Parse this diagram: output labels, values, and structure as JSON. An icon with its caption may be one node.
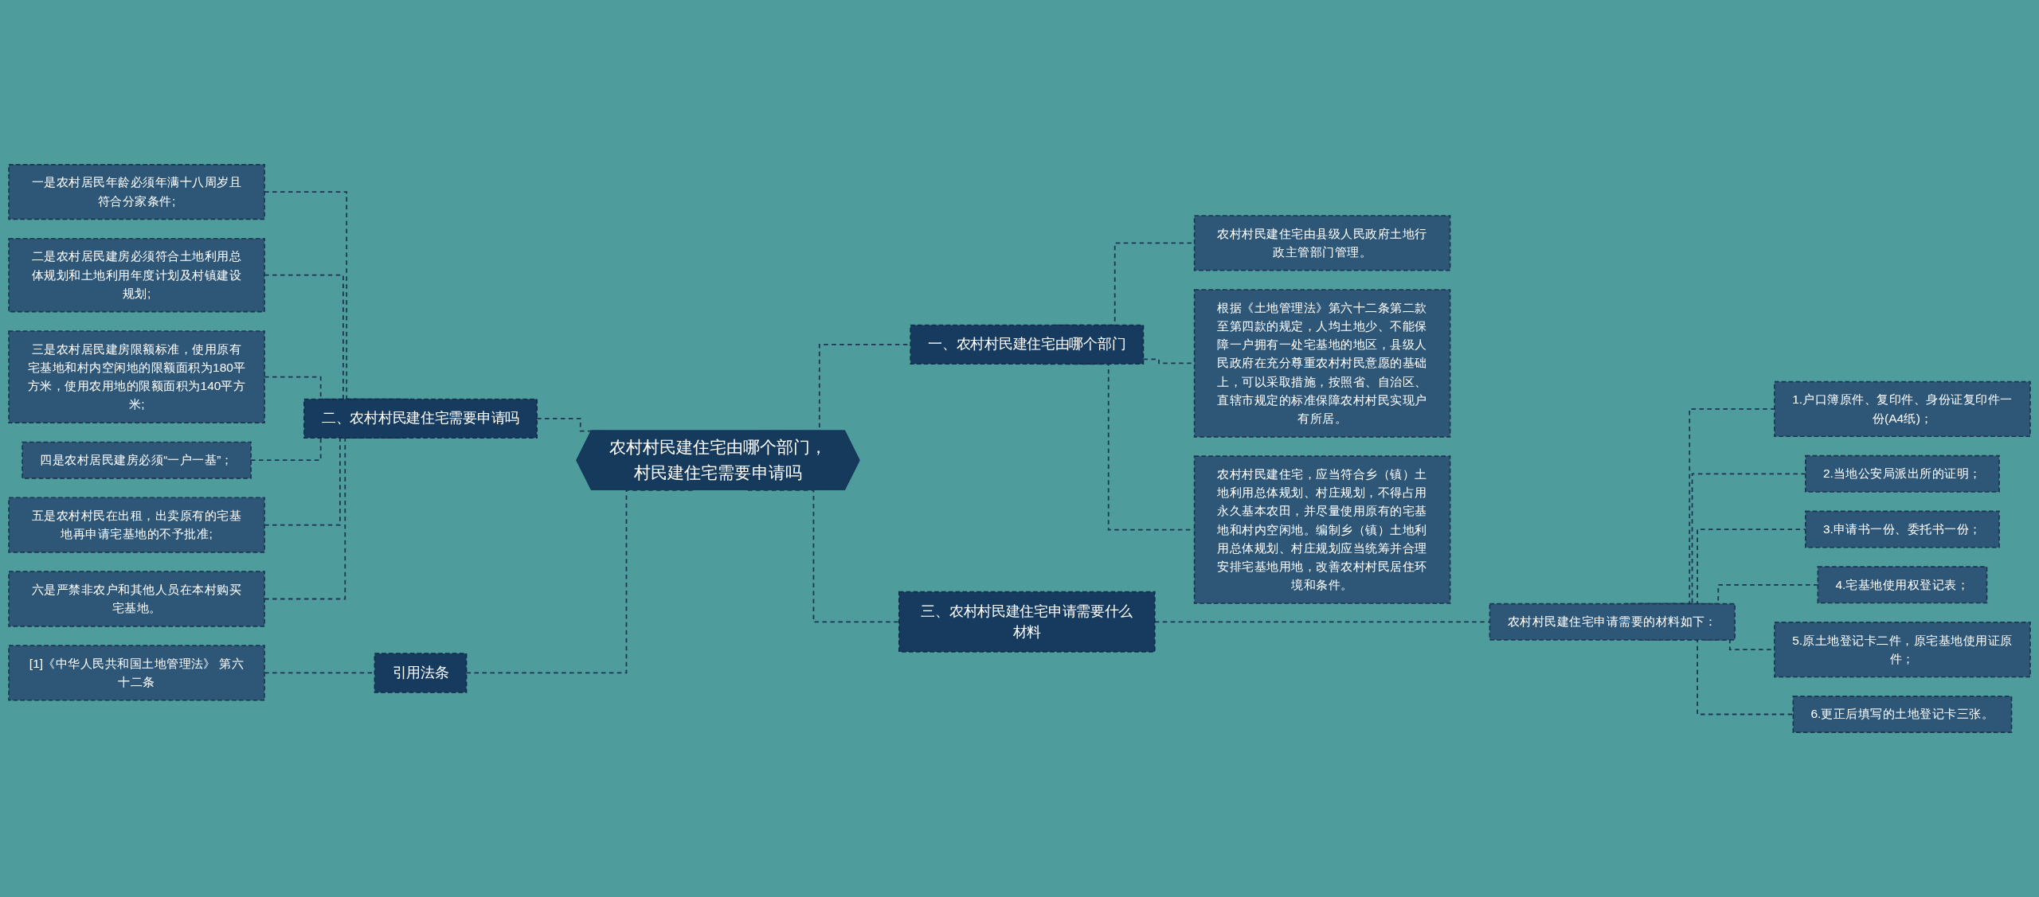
{
  "diagram": {
    "nodes": [
      {
        "text": [
          "农村村民建住宅由哪个部门，村民建住宅需要申请吗"
        ]
      },
      {
        "text": [
          "一、农村村民建住宅由哪个部门"
        ]
      },
      {
        "text": [
          "农村村民建住宅由县级人民政府土地行政主管部门管理。"
        ]
      },
      {
        "text": [
          "根据《土地管理法》第六十二条第二款至第四款的规定，人均土地少、不能保障一户拥有一处宅基地的地区，县级人民政府在充分尊重农村村民意愿的基础上，可以采取措施，按照省、自治区、直辖市规定的标准保障农村村民实现户有所居。"
        ]
      },
      {
        "text": [
          "农村村民建住宅，应当符合乡（镇）土地利用总体规划、村庄规划，不得占用永久基本农田，并尽量使用原有的宅基地和村内空闲地。编制乡（镇）土地利用总体规划、村庄规划应当统筹并合理安排宅基地用地，改善农村村民居住环境和条件。"
        ]
      },
      {
        "text": [
          "二、农村村民建住宅需要申请吗"
        ]
      },
      {
        "text": [
          "一是农村居民年龄必须年满十八周岁且符合分家条件;"
        ]
      },
      {
        "text": [
          "二是农村居民建房必须符合土地利用总体规划和土地利用年度计划及村镇建设规划;"
        ]
      },
      {
        "text": [
          "三是农村居民建房限额标准，使用原有宅基地和村内空闲地的限额面积为180平方米，使用农用地的限额面积为140平方米;"
        ]
      },
      {
        "text": [
          "四是农村居民建房必须“一户一基”；"
        ]
      },
      {
        "text": [
          "五是农村村民在出租，出卖原有的宅基地再申请宅基地的不予批准;"
        ]
      },
      {
        "text": [
          "六是严禁非农户和其他人员在本村购买宅基地。"
        ]
      },
      {
        "text": [
          "三、农村村民建住宅申请需要什么材料"
        ]
      },
      {
        "text": [
          "农村村民建住宅申请需要的材料如下："
        ]
      },
      {
        "text": [
          "1.户口簿原件、复印件、身份证复印件一份(A4纸)；"
        ]
      },
      {
        "text": [
          "2.当地公安局派出所的证明；"
        ]
      },
      {
        "text": [
          "3.申请书一份、委托书一份；"
        ]
      },
      {
        "text": [
          "4.宅基地使用权登记表；"
        ]
      },
      {
        "text": [
          "5.原土地登记卡二件，原宅基地使用证原件；"
        ]
      },
      {
        "text": [
          "6.更正后填写的土地登记卡三张。"
        ]
      },
      {
        "text": [
          "引用法条"
        ]
      },
      {
        "text": [
          "[1]《中华人民共和国土地管理法》 第六十二条"
        ]
      }
    ],
    "edges": [
      {
        "from": 0,
        "to": 1,
        "arrow": "none",
        "style": "dashed"
      },
      {
        "from": 1,
        "to": 2,
        "arrow": "none",
        "style": "dashed"
      },
      {
        "from": 1,
        "to": 3,
        "arrow": "none",
        "style": "dashed"
      },
      {
        "from": 1,
        "to": 4,
        "arrow": "none",
        "style": "dashed"
      },
      {
        "from": 5,
        "to": 0,
        "arrow": "none",
        "style": "dashed"
      },
      {
        "from": 6,
        "to": 5,
        "arrow": "none",
        "style": "dashed"
      },
      {
        "from": 7,
        "to": 5,
        "arrow": "none",
        "style": "dashed"
      },
      {
        "from": 8,
        "to": 5,
        "arrow": "none",
        "style": "dashed"
      },
      {
        "from": 9,
        "to": 5,
        "arrow": "none",
        "style": "dashed"
      },
      {
        "from": 10,
        "to": 5,
        "arrow": "none",
        "style": "dashed"
      },
      {
        "from": 11,
        "to": 5,
        "arrow": "none",
        "style": "dashed"
      },
      {
        "from": 0,
        "to": 12,
        "arrow": "none",
        "style": "dashed"
      },
      {
        "from": 12,
        "to": 13,
        "arrow": "none",
        "style": "dashed"
      },
      {
        "from": 13,
        "to": 14,
        "arrow": "none",
        "style": "dashed"
      },
      {
        "from": 13,
        "to": 15,
        "arrow": "none",
        "style": "dashed"
      },
      {
        "from": 13,
        "to": 16,
        "arrow": "none",
        "style": "dashed"
      },
      {
        "from": 13,
        "to": 17,
        "arrow": "none",
        "style": "dashed"
      },
      {
        "from": 13,
        "to": 18,
        "arrow": "none",
        "style": "dashed"
      },
      {
        "from": 13,
        "to": 19,
        "arrow": "none",
        "style": "dashed"
      },
      {
        "from": 20,
        "to": 0,
        "arrow": "none",
        "style": "dashed"
      },
      {
        "from": 21,
        "to": 20,
        "arrow": "none",
        "style": "dashed"
      }
    ]
  }
}
